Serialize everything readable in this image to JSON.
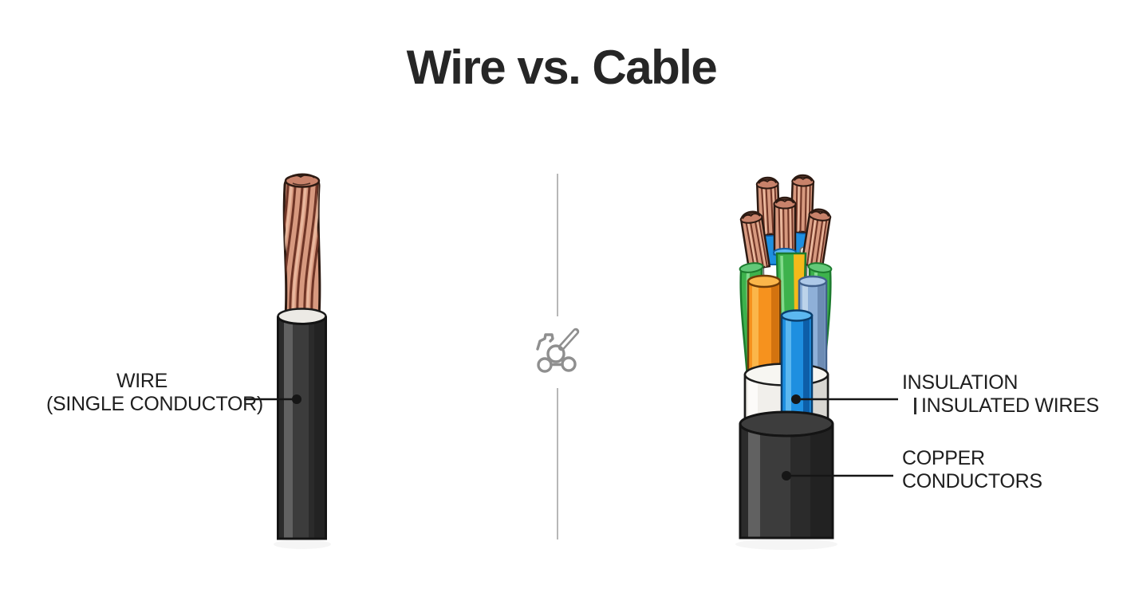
{
  "title": "Wire vs. Cable",
  "wire_section": {
    "label": {
      "line1": "WIRE",
      "line2": "(SINGLE CONDUCTOR)"
    }
  },
  "cable_section": {
    "labels": {
      "insulation": {
        "line1": "INSULATION",
        "line2": "INSULATED WIRES"
      },
      "copper": {
        "line1": "COPPER",
        "line2": "CONDUCTORS"
      }
    }
  },
  "divider": {
    "icon": "lawn-mower-icon"
  },
  "colors": {
    "text": "#1e1e1e",
    "title": "#262626",
    "divider": "#b7b7b7",
    "icon_gray": "#8f8f8f",
    "copper": "#d7997f",
    "copper_dark": "#6f3526",
    "copper_light": "#efc2a7",
    "copper_outline": "#2d1a12",
    "copper_tip": "#c8826a",
    "jacket": "#2b2b2b",
    "jacket_light": "#616161",
    "jacket_mid": "#3c3c3c",
    "jacket_outline": "#141414",
    "rim_white": "#eceae5",
    "insulation": "#f1efeb",
    "insulation_shadow": "#d9d7d2",
    "orange": "#f6921e",
    "orange_light": "#fbb64a",
    "orange_dark": "#d3730f",
    "blue": "#1e8fe0",
    "blue_light": "#5cb8f0",
    "blue_dark": "#0d5ea8",
    "steel_blue": "#8fb0d8",
    "steel_blue_light": "#bcd3ea",
    "green": "#3db24c",
    "green_light": "#82da8c",
    "green_dark": "#1c7a2e",
    "yellow": "#f5b91a",
    "white_wire": "#f0ede7",
    "leader": "#161616"
  }
}
